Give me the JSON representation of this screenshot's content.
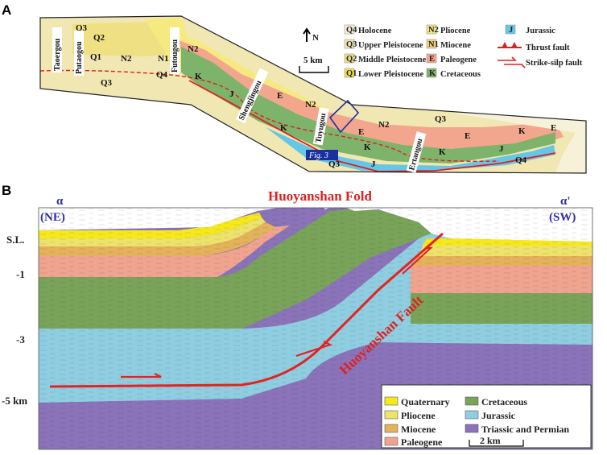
{
  "panel_a": {
    "letter": "A",
    "north": "N",
    "scale": "5 km",
    "units": [
      "Q3",
      "Q2",
      "Q1",
      "N2",
      "N1",
      "Q4",
      "Q3",
      "E",
      "N2",
      "K",
      "J",
      "E",
      "N2",
      "K",
      "E",
      "N2",
      "Q3",
      "K",
      "J",
      "Q3",
      "E",
      "K",
      "J",
      "K",
      "E",
      "Q4"
    ],
    "place_names": [
      "Taoergou",
      "Putaogou",
      "Futougou",
      "Shengjingou",
      "Tuyugou",
      "Ertangou"
    ],
    "fig_tag": "Fig. 3",
    "legend": [
      {
        "code": "Q4",
        "label": "Holocene",
        "color": "#f7f1d9"
      },
      {
        "code": "Q3",
        "label": "Upper Pleistocene",
        "color": "#f1e7b2"
      },
      {
        "code": "Q2",
        "label": "Middle Pleistocene",
        "color": "#efe084"
      },
      {
        "code": "Q1",
        "label": "Lower Pleistocene",
        "color": "#f2e04a"
      },
      {
        "code": "N2",
        "label": "Pliocene",
        "color": "#f6e97f"
      },
      {
        "code": "N1",
        "label": "Miocene",
        "color": "#f0cf7d"
      },
      {
        "code": "E",
        "label": "Paleogene",
        "color": "#f2a68d"
      },
      {
        "code": "K",
        "label": "Cretaceous",
        "color": "#7db36a"
      },
      {
        "code": "J",
        "label": "Jurassic",
        "color": "#66c6e6"
      },
      {
        "code": "",
        "label": "Thrust fault",
        "color": "#e02020"
      },
      {
        "code": "",
        "label": "Strike-silp fault",
        "color": "#e02020"
      }
    ]
  },
  "panel_b": {
    "letter": "B",
    "left_greek": "α",
    "left_dir": "(NE)",
    "right_greek": "α'",
    "right_dir": "(SW)",
    "fold_label": "Huoyanshan Fold",
    "fault_label": "Huoyanshan Fault",
    "depths": [
      "S.L.",
      "-1",
      "-3",
      "-5 km"
    ],
    "scale": "2 km",
    "legend": [
      {
        "label": "Quaternary",
        "color": "#f5e81c"
      },
      {
        "label": "Cretaceous",
        "color": "#7aa35a"
      },
      {
        "label": "Pliocene",
        "color": "#ece26c"
      },
      {
        "label": "Jurassic",
        "color": "#8fcde0"
      },
      {
        "label": "Miocene",
        "color": "#e3b25a"
      },
      {
        "label": "Triassic and Permian",
        "color": "#8a73b8"
      },
      {
        "label": "Paleogene",
        "color": "#f0a48f"
      }
    ]
  }
}
